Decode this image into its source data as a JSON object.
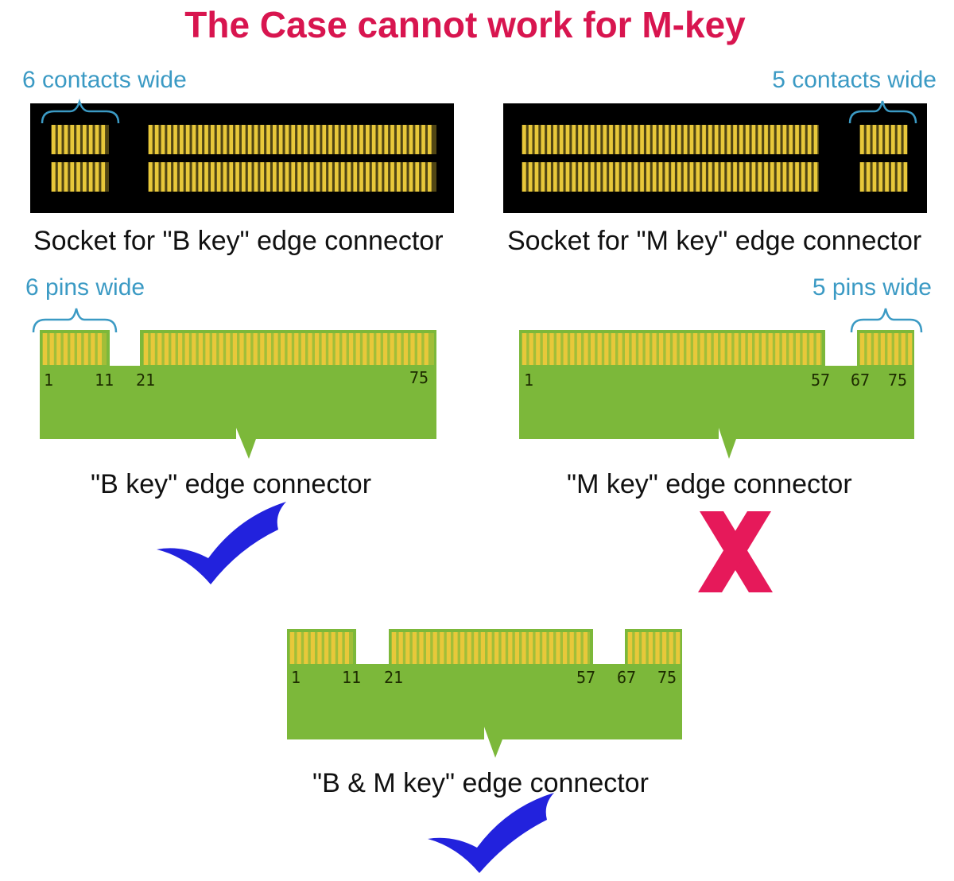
{
  "title": "The Case cannot work for M-key",
  "colors": {
    "title": "#d8154f",
    "annotation": "#3b9ac4",
    "socket_body": "#000000",
    "contact_gold": "#e8c83a",
    "pcb_green": "#7cb83a",
    "check_blue": "#2222dd",
    "cross_red": "#e6195a"
  },
  "sockets": [
    {
      "id": "b",
      "annotation": "6 contacts wide",
      "caption": "Socket for \"B key\" edge connector"
    },
    {
      "id": "m",
      "annotation": "5 contacts wide",
      "caption": "Socket for \"M key\" edge connector"
    }
  ],
  "connectors": [
    {
      "id": "b",
      "annotation": "6 pins wide",
      "caption": "\"B key\" edge connector",
      "pin_labels": [
        "1",
        "11",
        "21",
        "75"
      ],
      "status_icon": "checkmark-icon"
    },
    {
      "id": "m",
      "annotation": "5 pins wide",
      "caption": "\"M key\" edge connector",
      "pin_labels": [
        "1",
        "57",
        "67",
        "75"
      ],
      "status_icon": "cross-icon"
    },
    {
      "id": "bm",
      "annotation": "",
      "caption": "\"B & M key\" edge connector",
      "pin_labels": [
        "1",
        "11",
        "21",
        "57",
        "67",
        "75"
      ],
      "status_icon": "checkmark-icon"
    }
  ]
}
